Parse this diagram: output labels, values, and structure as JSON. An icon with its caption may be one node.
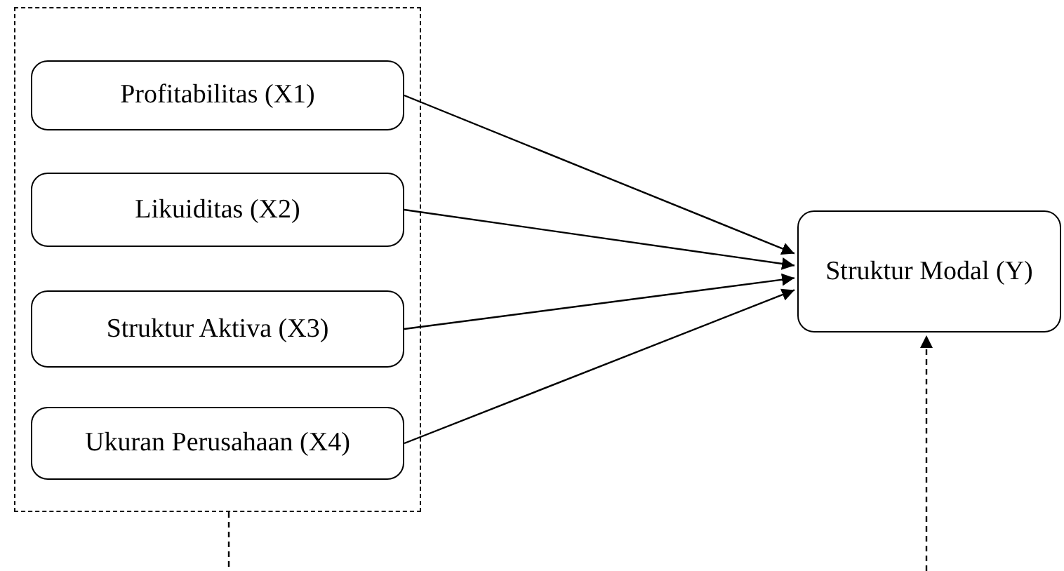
{
  "diagram": {
    "nodes": [
      {
        "text": [],
        "shape": "box"
      },
      {
        "text": [
          "Profitabilitas (X1)"
        ],
        "in": 0
      },
      {
        "text": [
          "Likuiditas (X2)"
        ],
        "in": 0
      },
      {
        "text": [
          "Struktur Aktiva (X3)"
        ],
        "in": 0
      },
      {
        "text": [
          "Ukuran Perusahaan (X4)"
        ],
        "in": 0
      },
      {
        "text": [
          "Struktur Modal (Y)"
        ]
      }
    ],
    "edges": [
      {
        "from": 1,
        "to": 5,
        "arrow": "to"
      },
      {
        "from": 2,
        "to": 5,
        "arrow": "to"
      },
      {
        "from": 3,
        "to": 5,
        "arrow": "to"
      },
      {
        "from": 4,
        "to": 5,
        "arrow": "to"
      },
      {
        "from": 0,
        "to": null,
        "arrow": "none",
        "style": "dashed"
      },
      {
        "from": null,
        "to": 5,
        "arrow": "to",
        "style": "dashed"
      }
    ]
  }
}
